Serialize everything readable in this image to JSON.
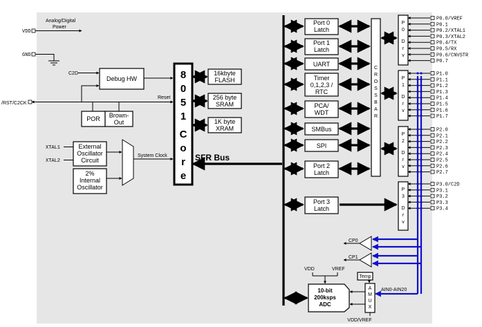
{
  "power": {
    "analog_digital": [
      "Analog/Digital",
      "Power"
    ],
    "vdd": "VDD",
    "gnd": "GND"
  },
  "debug": {
    "c2d": "C2D",
    "debug_hw": "Debug HW",
    "reset": "Reset",
    "rst_c2ck": "/RST/C2CK",
    "por": "POR",
    "brown_out": [
      "Brown-",
      "Out"
    ]
  },
  "osc": {
    "xtal1": "XTAL1",
    "xtal2": "XTAL2",
    "external": [
      "External",
      "Oscillator",
      "Circuit"
    ],
    "internal": [
      "2%",
      "Internal",
      "Oscillator"
    ],
    "system_clock": "System Clock"
  },
  "core": {
    "letters": [
      "8",
      "0",
      "5",
      "1",
      "C",
      "o",
      "r",
      "e"
    ],
    "sfr_bus": "SFR Bus"
  },
  "memory": [
    [
      "16kbyte",
      "FLASH"
    ],
    [
      "256 byte",
      "SRAM"
    ],
    [
      "1K byte",
      "XRAM"
    ]
  ],
  "peripherals": {
    "port0": [
      "Port 0",
      "Latch"
    ],
    "port1": [
      "Port 1",
      "Latch"
    ],
    "uart": "UART",
    "timer": [
      "Timer",
      "0,1,2,3 /",
      "RTC"
    ],
    "pca": [
      "PCA/",
      "WDT"
    ],
    "smbus": "SMBus",
    "spi": "SPI",
    "port2": [
      "Port 2",
      "Latch"
    ],
    "port3": [
      "Port 3",
      "Latch"
    ]
  },
  "crossbar": [
    "C",
    "R",
    "O",
    "S",
    "S",
    "B",
    "A",
    "R"
  ],
  "drivers": [
    [
      "P",
      "0",
      "D",
      "r",
      "v"
    ],
    [
      "P",
      "1",
      "D",
      "r",
      "v"
    ],
    [
      "P",
      "2",
      "D",
      "r",
      "v"
    ],
    [
      "P",
      "3",
      "D",
      "r",
      "v"
    ]
  ],
  "pins": {
    "p0": [
      "P0.0/VREF",
      "P0.1",
      "P0.2/XTAL1",
      "P0.3/XTAL2",
      "P0.4/TX",
      "P0.5/RX",
      "P0.6/CNVSTR",
      "P0.7"
    ],
    "p1": [
      "P1.0",
      "P1.1",
      "P1.2",
      "P1.3",
      "P1.4",
      "P1.5",
      "P1.6",
      "P1.7"
    ],
    "p2": [
      "P2.0",
      "P2.1",
      "P2.2",
      "P2.3",
      "P2.4",
      "P2.5",
      "P2.6",
      "P2.7"
    ],
    "p3": [
      "P3.0/C2D",
      "P3.1",
      "P3.2",
      "P3.3",
      "P3.4"
    ]
  },
  "analog": {
    "cp0": "CP0",
    "cp1": "CP1",
    "plus": "+",
    "minus": "-",
    "vdd": "VDD",
    "vref": "VREF",
    "temp": "Temp",
    "amux": [
      "A",
      "M",
      "U",
      "X"
    ],
    "ain": "AIN0-AIN20",
    "adc": [
      "10-bit",
      "200ksps",
      "ADC"
    ],
    "vdd_vref": "VDD/VREF"
  },
  "colors": {
    "background": "#e6e6e6",
    "analog_bus": "#1010cc"
  }
}
